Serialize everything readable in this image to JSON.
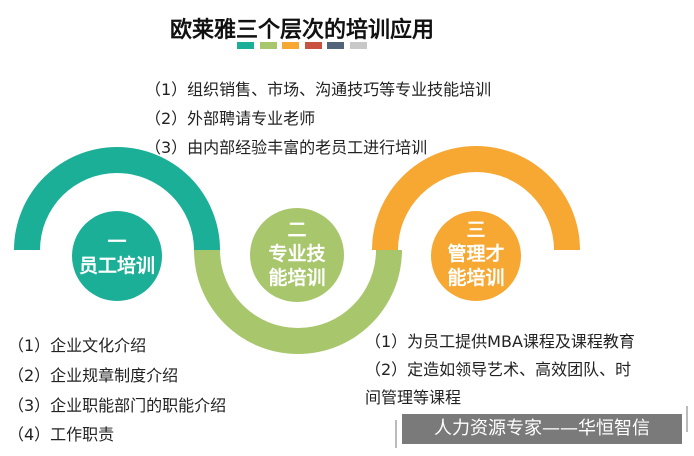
{
  "title": "欧莱雅三个层次的培训应用",
  "colors": {
    "teal": "#1BAF97",
    "green": "#A8C66C",
    "orange": "#F7A833",
    "red": "#C9513F",
    "slate": "#52637A",
    "gray": "#C8C8C8"
  },
  "top_items": [
    "（1）组织销售、市场、沟通技巧等专业技能培训",
    "（2）外部聘请专业老师",
    "（3）由内部经验丰富的老员工进行培训"
  ],
  "circles": [
    {
      "num": "一",
      "label": "员工培训"
    },
    {
      "num": "二",
      "label1": "专业技",
      "label2": "能培训"
    },
    {
      "num": "三",
      "label1": "管理才",
      "label2": "能培训"
    }
  ],
  "left_items": [
    "（1）企业文化介绍",
    "（2）企业规章制度介绍",
    "（3）企业职能部门的职能介绍",
    "（4）工作职责"
  ],
  "right_items": [
    "（1）为员工提供MBA课程及课程教育",
    "（2）定造如领导艺术、高效团队、时",
    "间管理等课程"
  ],
  "brand": "人力资源专家——华恒智信"
}
